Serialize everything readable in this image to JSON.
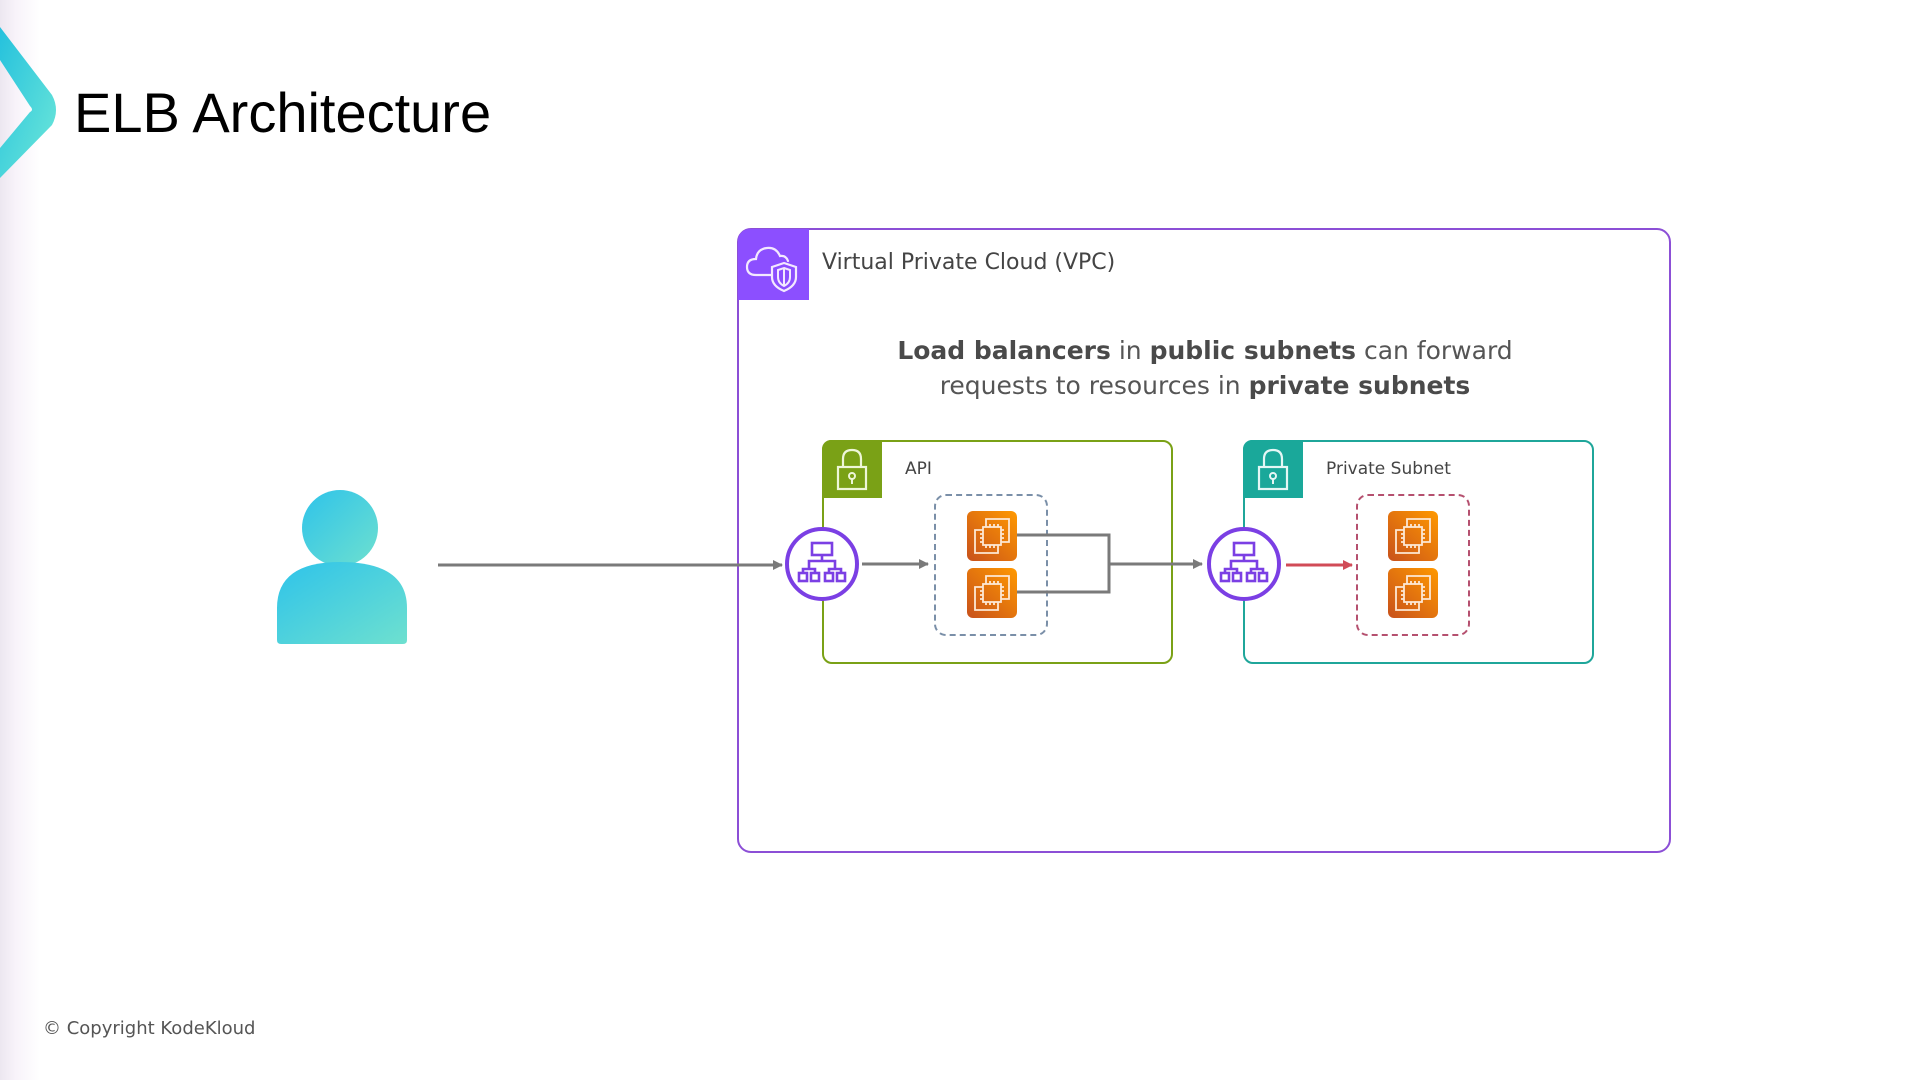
{
  "slide": {
    "title": "ELB Architecture",
    "copyright": "© Copyright KodeKloud"
  },
  "vpc": {
    "label": "Virtual Private Cloud (VPC)",
    "icon": "vpc-cloud-shield-icon",
    "color": "#8c4fff"
  },
  "description": {
    "line1": [
      {
        "text": "Load balancers",
        "bold": true
      },
      {
        "text": " in ",
        "bold": false
      },
      {
        "text": "public subnets",
        "bold": true
      },
      {
        "text": " can forward",
        "bold": false
      }
    ],
    "line2": [
      {
        "text": "requests to resources in ",
        "bold": false
      },
      {
        "text": "private subnets",
        "bold": true
      }
    ]
  },
  "subnets": [
    {
      "label": "API",
      "type": "public",
      "icon": "lock-icon",
      "color": "#7aa116",
      "instances": 2,
      "group_border": "#7a8fa8"
    },
    {
      "label": "Private Subnet",
      "type": "private",
      "icon": "lock-icon",
      "color": "#1aa89a",
      "instances": 2,
      "group_border": "#b5506f"
    }
  ],
  "nodes": {
    "user": {
      "icon": "user-icon"
    },
    "load_balancers": [
      {
        "icon": "elastic-load-balancer-icon",
        "subnet": "API"
      },
      {
        "icon": "elastic-load-balancer-icon",
        "subnet": "Private Subnet"
      }
    ],
    "instance_icon": "ec2-instance-icon"
  },
  "colors": {
    "arrow": "#7a7a7a",
    "private_arrow": "#d14b57",
    "elb": "#7b3fe4",
    "ec2_from": "#c8511b",
    "ec2_to": "#ff9900"
  }
}
